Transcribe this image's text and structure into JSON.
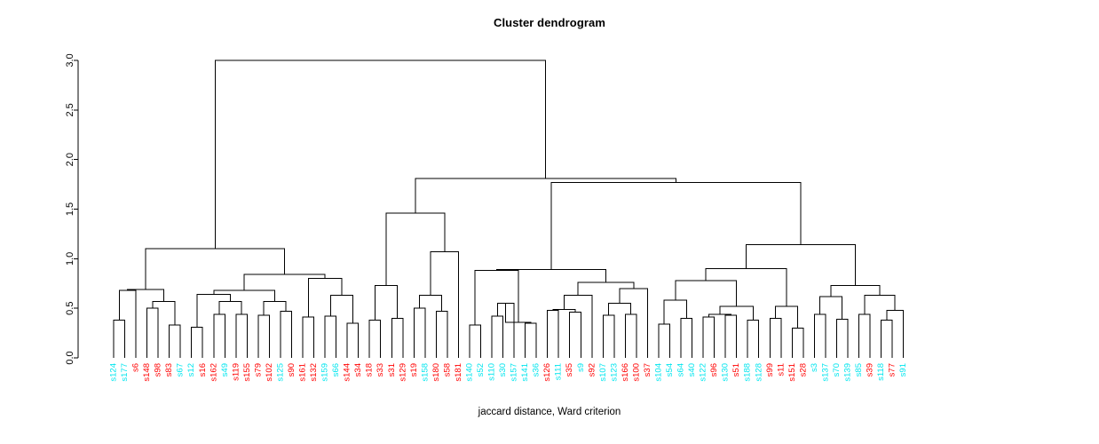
{
  "title": "Cluster dendrogram",
  "caption": "jaccard distance, Ward criterion",
  "colors": {
    "group_a": "#ff0000",
    "group_b": "#00e5ee",
    "branch": "#000000",
    "axis": "#000000",
    "background": "#ffffff"
  },
  "chart_data": {
    "type": "dendrogram",
    "title": "Cluster dendrogram",
    "xlabel": "jaccard distance, Ward criterion",
    "ylabel": "",
    "ylim": [
      0.0,
      3.0
    ],
    "yticks": [
      "0.0",
      "0.5",
      "1.0",
      "1.5",
      "2.0",
      "2.5",
      "3.0"
    ],
    "ytick_values": [
      0.0,
      0.5,
      1.0,
      1.5,
      2.0,
      2.5,
      3.0
    ],
    "grid": false,
    "legend": "none",
    "n_leaves": 72,
    "leaf_order": [
      "s124",
      "s177",
      "s6",
      "s148",
      "s98",
      "s83",
      "s67",
      "s12",
      "s16",
      "s162",
      "s49",
      "s119",
      "s155",
      "s79",
      "s102",
      "s125",
      "s90",
      "s161",
      "s132",
      "s159",
      "s66",
      "s144",
      "s34",
      "s18",
      "s33",
      "s31",
      "s129",
      "s19",
      "s158",
      "s180",
      "s58",
      "s181",
      "s140",
      "s52",
      "s110",
      "s30",
      "s157",
      "s141",
      "s36",
      "s126",
      "s111",
      "s35",
      "s9",
      "s92",
      "s107",
      "s123",
      "s166",
      "s100",
      "s37",
      "s104",
      "s54",
      "s64",
      "s40",
      "s122",
      "s96",
      "s130",
      "s51",
      "s188",
      "s128",
      "s99",
      "s11",
      "s151",
      "s28",
      "s3",
      "s137",
      "s70",
      "s139",
      "s85",
      "s39",
      "s118",
      "s77",
      "s91"
    ],
    "leaf_colors": [
      "group_b",
      "group_b",
      "group_a",
      "group_a",
      "group_a",
      "group_a",
      "group_b",
      "group_b",
      "group_a",
      "group_a",
      "group_b",
      "group_a",
      "group_a",
      "group_a",
      "group_a",
      "group_b",
      "group_a",
      "group_a",
      "group_a",
      "group_b",
      "group_b",
      "group_a",
      "group_a",
      "group_a",
      "group_a",
      "group_a",
      "group_a",
      "group_a",
      "group_b",
      "group_a",
      "group_a",
      "group_a",
      "group_b",
      "group_b",
      "group_b",
      "group_b",
      "group_b",
      "group_b",
      "group_b",
      "group_a",
      "group_b",
      "group_a",
      "group_b",
      "group_a",
      "group_b",
      "group_b",
      "group_a",
      "group_a",
      "group_a",
      "group_b",
      "group_b",
      "group_b",
      "group_b",
      "group_b",
      "group_a",
      "group_b",
      "group_a",
      "group_b",
      "group_b",
      "group_a",
      "group_a",
      "group_a",
      "group_a",
      "group_b",
      "group_b",
      "group_b",
      "group_b",
      "group_b",
      "group_a",
      "group_b",
      "group_a",
      "group_b"
    ],
    "merges": [
      {
        "id": "m1",
        "left": {
          "leaf": 0
        },
        "right": {
          "leaf": 1
        },
        "height": 0.38
      },
      {
        "id": "m2",
        "left": {
          "node": "m1"
        },
        "right": {
          "leaf": 2
        },
        "height": 0.68
      },
      {
        "id": "m3",
        "left": {
          "leaf": 3
        },
        "right": {
          "leaf": 4
        },
        "height": 0.5
      },
      {
        "id": "m4",
        "left": {
          "leaf": 5
        },
        "right": {
          "leaf": 6
        },
        "height": 0.33
      },
      {
        "id": "m5",
        "left": {
          "node": "m3"
        },
        "right": {
          "node": "m4"
        },
        "height": 0.57
      },
      {
        "id": "m6",
        "left": {
          "node": "m2"
        },
        "right": {
          "node": "m5"
        },
        "height": 0.69
      },
      {
        "id": "m7",
        "left": {
          "leaf": 7
        },
        "right": {
          "leaf": 8
        },
        "height": 0.31
      },
      {
        "id": "m8",
        "left": {
          "leaf": 9
        },
        "right": {
          "leaf": 10
        },
        "height": 0.44
      },
      {
        "id": "m9",
        "left": {
          "leaf": 11
        },
        "right": {
          "leaf": 12
        },
        "height": 0.44
      },
      {
        "id": "m10",
        "left": {
          "node": "m8"
        },
        "right": {
          "node": "m9"
        },
        "height": 0.57
      },
      {
        "id": "m11",
        "left": {
          "node": "m7"
        },
        "right": {
          "node": "m10"
        },
        "height": 0.64
      },
      {
        "id": "m12",
        "left": {
          "leaf": 13
        },
        "right": {
          "leaf": 14
        },
        "height": 0.43
      },
      {
        "id": "m13",
        "left": {
          "leaf": 15
        },
        "right": {
          "leaf": 16
        },
        "height": 0.47
      },
      {
        "id": "m14",
        "left": {
          "node": "m12"
        },
        "right": {
          "node": "m13"
        },
        "height": 0.57
      },
      {
        "id": "m15",
        "left": {
          "node": "m11"
        },
        "right": {
          "node": "m14"
        },
        "height": 0.68
      },
      {
        "id": "m16",
        "left": {
          "leaf": 17
        },
        "right": {
          "leaf": 18
        },
        "height": 0.41
      },
      {
        "id": "m17",
        "left": {
          "leaf": 19
        },
        "right": {
          "leaf": 20
        },
        "height": 0.42
      },
      {
        "id": "m18",
        "left": {
          "leaf": 21
        },
        "right": {
          "leaf": 22
        },
        "height": 0.35
      },
      {
        "id": "m19",
        "left": {
          "node": "m17"
        },
        "right": {
          "node": "m18"
        },
        "height": 0.63
      },
      {
        "id": "m20",
        "left": {
          "node": "m16"
        },
        "right": {
          "node": "m19"
        },
        "height": 0.8
      },
      {
        "id": "m21",
        "left": {
          "node": "m15"
        },
        "right": {
          "node": "m20"
        },
        "height": 0.84
      },
      {
        "id": "m22",
        "left": {
          "node": "m6"
        },
        "right": {
          "node": "m21"
        },
        "height": 1.1
      },
      {
        "id": "m23",
        "left": {
          "leaf": 23
        },
        "right": {
          "leaf": 24
        },
        "height": 0.38
      },
      {
        "id": "m24",
        "left": {
          "leaf": 25
        },
        "right": {
          "leaf": 26
        },
        "height": 0.4
      },
      {
        "id": "m25",
        "left": {
          "node": "m23"
        },
        "right": {
          "node": "m24"
        },
        "height": 0.73
      },
      {
        "id": "m26",
        "left": {
          "leaf": 27
        },
        "right": {
          "leaf": 28
        },
        "height": 0.5
      },
      {
        "id": "m27",
        "left": {
          "leaf": 29
        },
        "right": {
          "leaf": 30
        },
        "height": 0.47
      },
      {
        "id": "m28",
        "left": {
          "node": "m26"
        },
        "right": {
          "node": "m27"
        },
        "height": 0.63
      },
      {
        "id": "m29",
        "left": {
          "node": "m28"
        },
        "right": {
          "leaf": 31
        },
        "height": 1.07
      },
      {
        "id": "m30",
        "left": {
          "node": "m25"
        },
        "right": {
          "node": "m29"
        },
        "height": 1.46
      },
      {
        "id": "m31",
        "left": {
          "leaf": 32
        },
        "right": {
          "leaf": 33
        },
        "height": 0.33
      },
      {
        "id": "m32",
        "left": {
          "leaf": 34
        },
        "right": {
          "leaf": 35
        },
        "height": 0.42
      },
      {
        "id": "m33",
        "left": {
          "node": "m32"
        },
        "right": {
          "leaf": 36
        },
        "height": 0.55
      },
      {
        "id": "m34",
        "left": {
          "leaf": 37
        },
        "right": {
          "leaf": 38
        },
        "height": 0.35
      },
      {
        "id": "m35",
        "left": {
          "node": "m33"
        },
        "right": {
          "node": "m34"
        },
        "height": 0.36
      },
      {
        "id": "m36",
        "left": {
          "node": "m31"
        },
        "right": {
          "node": "m35"
        },
        "height": 0.88
      },
      {
        "id": "m37",
        "left": {
          "leaf": 39
        },
        "right": {
          "leaf": 40
        },
        "height": 0.48
      },
      {
        "id": "m38",
        "left": {
          "leaf": 41
        },
        "right": {
          "leaf": 42
        },
        "height": 0.46
      },
      {
        "id": "m39",
        "left": {
          "node": "m37"
        },
        "right": {
          "node": "m38"
        },
        "height": 0.49
      },
      {
        "id": "m40",
        "left": {
          "node": "m39"
        },
        "right": {
          "leaf": 43
        },
        "height": 0.63
      },
      {
        "id": "m41",
        "left": {
          "leaf": 44
        },
        "right": {
          "leaf": 45
        },
        "height": 0.43
      },
      {
        "id": "m42",
        "left": {
          "leaf": 46
        },
        "right": {
          "leaf": 47
        },
        "height": 0.44
      },
      {
        "id": "m43",
        "left": {
          "node": "m41"
        },
        "right": {
          "node": "m42"
        },
        "height": 0.55
      },
      {
        "id": "m44",
        "left": {
          "node": "m43"
        },
        "right": {
          "leaf": 48
        },
        "height": 0.7
      },
      {
        "id": "m45",
        "left": {
          "node": "m40"
        },
        "right": {
          "node": "m44"
        },
        "height": 0.76
      },
      {
        "id": "m46",
        "left": {
          "node": "m36"
        },
        "right": {
          "node": "m45"
        },
        "height": 0.89
      },
      {
        "id": "m47",
        "left": {
          "leaf": 49
        },
        "right": {
          "leaf": 50
        },
        "height": 0.34
      },
      {
        "id": "m48",
        "left": {
          "leaf": 51
        },
        "right": {
          "leaf": 52
        },
        "height": 0.4
      },
      {
        "id": "m49",
        "left": {
          "node": "m47"
        },
        "right": {
          "node": "m48"
        },
        "height": 0.58
      },
      {
        "id": "m50",
        "left": {
          "leaf": 53
        },
        "right": {
          "leaf": 54
        },
        "height": 0.41
      },
      {
        "id": "m51",
        "left": {
          "leaf": 55
        },
        "right": {
          "leaf": 56
        },
        "height": 0.43
      },
      {
        "id": "m52",
        "left": {
          "node": "m50"
        },
        "right": {
          "node": "m51"
        },
        "height": 0.44
      },
      {
        "id": "m53",
        "left": {
          "leaf": 57
        },
        "right": {
          "leaf": 58
        },
        "height": 0.38
      },
      {
        "id": "m54",
        "left": {
          "node": "m52"
        },
        "right": {
          "node": "m53"
        },
        "height": 0.52
      },
      {
        "id": "m55",
        "left": {
          "node": "m49"
        },
        "right": {
          "node": "m54"
        },
        "height": 0.78
      },
      {
        "id": "m56",
        "left": {
          "leaf": 59
        },
        "right": {
          "leaf": 60
        },
        "height": 0.4
      },
      {
        "id": "m57",
        "left": {
          "leaf": 61
        },
        "right": {
          "leaf": 62
        },
        "height": 0.3
      },
      {
        "id": "m58",
        "left": {
          "node": "m56"
        },
        "right": {
          "node": "m57"
        },
        "height": 0.52
      },
      {
        "id": "m59",
        "left": {
          "node": "m55"
        },
        "right": {
          "node": "m58"
        },
        "height": 0.9
      },
      {
        "id": "m60",
        "left": {
          "leaf": 63
        },
        "right": {
          "leaf": 64
        },
        "height": 0.44
      },
      {
        "id": "m61",
        "left": {
          "leaf": 65
        },
        "right": {
          "leaf": 66
        },
        "height": 0.39
      },
      {
        "id": "m62",
        "left": {
          "node": "m60"
        },
        "right": {
          "node": "m61"
        },
        "height": 0.62
      },
      {
        "id": "m63",
        "left": {
          "leaf": 67
        },
        "right": {
          "leaf": 68
        },
        "height": 0.44
      },
      {
        "id": "m64",
        "left": {
          "leaf": 69
        },
        "right": {
          "leaf": 70
        },
        "height": 0.38
      },
      {
        "id": "m65",
        "left": {
          "node": "m64"
        },
        "right": {
          "leaf": 71
        },
        "height": 0.48
      },
      {
        "id": "m66",
        "left": {
          "node": "m63"
        },
        "right": {
          "node": "m65"
        },
        "height": 0.63
      },
      {
        "id": "m67",
        "left": {
          "node": "m62"
        },
        "right": {
          "node": "m66"
        },
        "height": 0.73
      },
      {
        "id": "m68",
        "left": {
          "node": "m59"
        },
        "right": {
          "node": "m67"
        },
        "height": 1.14
      },
      {
        "id": "m69",
        "left": {
          "node": "m46"
        },
        "right": {
          "node": "m68"
        },
        "height": 1.77
      },
      {
        "id": "m70",
        "left": {
          "node": "m30"
        },
        "right": {
          "node": "m69"
        },
        "height": 1.81
      },
      {
        "id": "m71",
        "left": {
          "node": "m22"
        },
        "right": {
          "node": "m70"
        },
        "height": 3.0
      }
    ]
  }
}
